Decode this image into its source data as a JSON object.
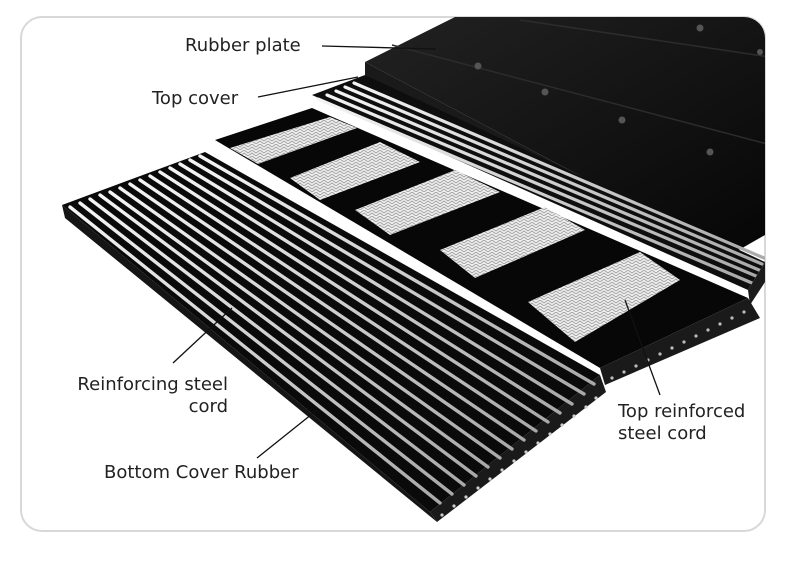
{
  "labels": {
    "rubber_plate": "Rubber plate",
    "top_cover": "Top cover",
    "reinforcing_steel_cord_line1": "Reinforcing steel",
    "reinforcing_steel_cord_line2": "cord",
    "bottom_cover_rubber": "Bottom Cover Rubber",
    "top_reinforced_steel_cord_line1": "Top reinforced",
    "top_reinforced_steel_cord_line2": "steel cord"
  },
  "colors": {
    "belt_black": "#0c0c0c",
    "cord_light": "#e6e6e6",
    "frame_border": "#d8d8d8",
    "text": "#222222"
  }
}
